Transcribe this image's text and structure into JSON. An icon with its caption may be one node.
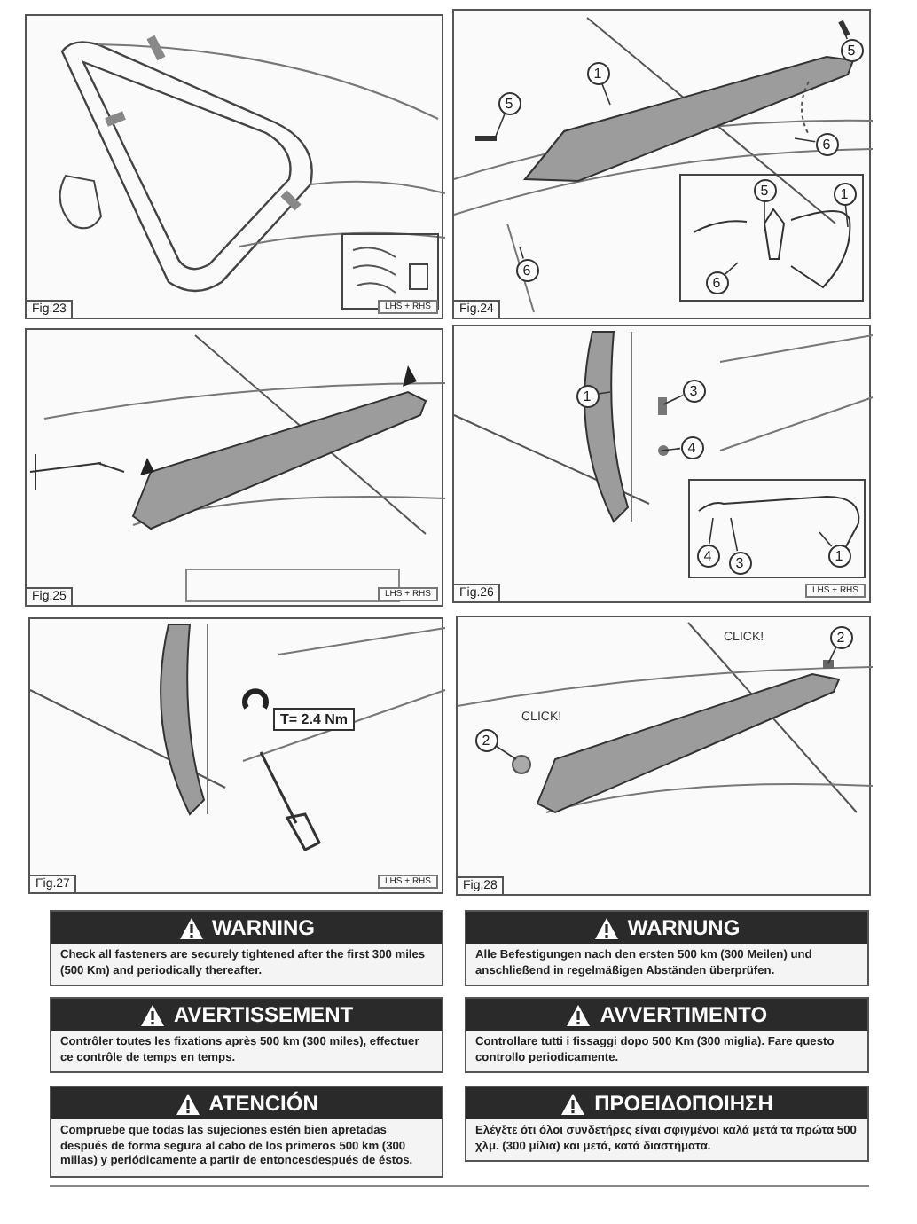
{
  "diagram": {
    "nodes": [
      {
        "text": [
          "Fig.23",
          "LHS + RHS"
        ]
      },
      {
        "text": [
          "Fig.24"
        ]
      },
      {
        "text": [
          "5"
        ],
        "in": 1
      },
      {
        "text": [
          "1"
        ],
        "in": 1
      },
      {
        "text": [
          "5"
        ],
        "in": 1
      },
      {
        "text": [
          "6"
        ],
        "in": 1
      },
      {
        "text": [
          "6"
        ],
        "in": 1
      },
      {
        "text": [],
        "shape": "box",
        "in": 1
      },
      {
        "text": [
          "5"
        ],
        "in": 7
      },
      {
        "text": [
          "1"
        ],
        "in": 7
      },
      {
        "text": [
          "6"
        ],
        "in": 7
      },
      {
        "text": [
          "Fig.25",
          "LHS + RHS"
        ]
      },
      {
        "text": [
          "Fig.26",
          "LHS + RHS"
        ]
      },
      {
        "text": [
          "1"
        ],
        "in": 12
      },
      {
        "text": [
          "3"
        ],
        "in": 12
      },
      {
        "text": [
          "4"
        ],
        "in": 12
      },
      {
        "text": [],
        "shape": "box",
        "in": 12
      },
      {
        "text": [
          "4"
        ],
        "in": 16
      },
      {
        "text": [
          "3"
        ],
        "in": 16
      },
      {
        "text": [
          "1"
        ],
        "in": 16
      },
      {
        "text": [
          "Fig.27",
          "LHS + RHS"
        ]
      },
      {
        "text": [
          "T= 2.4 Nm"
        ],
        "in": 20
      },
      {
        "text": [
          "Fig.28"
        ]
      },
      {
        "text": [
          "2"
        ],
        "in": 22
      },
      {
        "text": [
          "2"
        ],
        "in": 22
      },
      {
        "text": [
          "WARNING",
          "Check all fasteners are securely tightened after the first 300 miles (500 Km) and periodically thereafter."
        ]
      },
      {
        "text": [
          "WARNUNG",
          "Alle Befestigungen nach den ersten 500 km (300 Meilen) und anschließend in regelmäßigen Abständen überprüfen."
        ]
      },
      {
        "text": [
          "AVERTISSEMENT",
          "Contrôler toutes les fixations après 500 km (300 miles), effectuer ce contrôle de temps en temps."
        ]
      },
      {
        "text": [
          "AVVERTIMENTO",
          "Controllare tutti i fissaggi dopo 500 Km (300 miglia). Fare questo controllo periodicamente."
        ]
      },
      {
        "text": [
          "ATENCIÓN",
          "Compruebe que todas las sujeciones estén bien apretadas después de forma segura al cabo de los primeros 500 km (300 millas) y periódicamente a partir de entoncesdespués de éstos."
        ]
      },
      {
        "text": [
          "ΠΡΟΕΙΔΟΠΟΙΗΣΗ",
          "Ελέγξτε ότι όλοι συνδετήρες είναι σφιγμένοι καλά μετά τα πρώτα 500 χλμ. (300 μίλια) και μετά, κατά διαστήματα."
        ]
      }
    ],
    "edges": [
      {
        "from": 2,
        "to": null,
        "arrow": "none"
      },
      {
        "from": 3,
        "to": null,
        "arrow": "none"
      },
      {
        "from": 4,
        "to": null,
        "arrow": "none"
      },
      {
        "from": 5,
        "to": null,
        "arrow": "none"
      },
      {
        "from": 6,
        "to": null,
        "arrow": "none"
      },
      {
        "from": 8,
        "to": null,
        "arrow": "none"
      },
      {
        "from": 9,
        "to": null,
        "arrow": "none"
      },
      {
        "from": 10,
        "to": null,
        "arrow": "none"
      },
      {
        "from": 13,
        "to": null,
        "arrow": "none"
      },
      {
        "from": 14,
        "to": null,
        "arrow": "none"
      },
      {
        "from": 15,
        "to": null,
        "arrow": "none"
      },
      {
        "from": 17,
        "to": null,
        "arrow": "none"
      },
      {
        "from": 18,
        "to": null,
        "arrow": "none"
      },
      {
        "from": 19,
        "to": null,
        "arrow": "none"
      },
      {
        "from": 23,
        "to": null,
        "arrow": "none"
      },
      {
        "from": 24,
        "to": null,
        "arrow": "none"
      }
    ],
    "labels": [
      "CLICK!",
      "CLICK!"
    ]
  }
}
